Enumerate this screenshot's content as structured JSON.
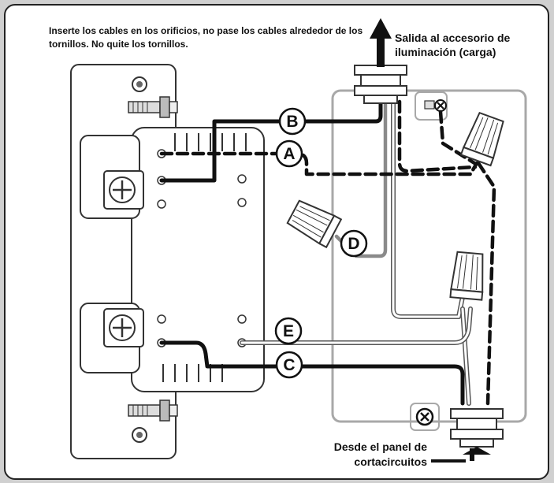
{
  "instructions": "Inserte los cables en los orificios, no pase los cables alrededor de los tornillos. No quite los tornillos.",
  "output_label": "Salida al accesorio de iluminación (carga)",
  "input_label": "Desde el panel de cortacircuitos",
  "wire_labels": {
    "a": "A",
    "b": "B",
    "c": "C",
    "d": "D",
    "e": "E"
  },
  "icons": [
    "ground-screw-icon",
    "ground-screw-icon",
    "wire-nut-icon",
    "wire-nut-icon",
    "wire-nut-icon",
    "arrow-up-icon",
    "arrow-right-icon"
  ],
  "colors": {
    "wire": "#111111",
    "gray_wire": "#8a8a8a",
    "box": "#a8a8a8",
    "background": "#d0d0d0"
  }
}
